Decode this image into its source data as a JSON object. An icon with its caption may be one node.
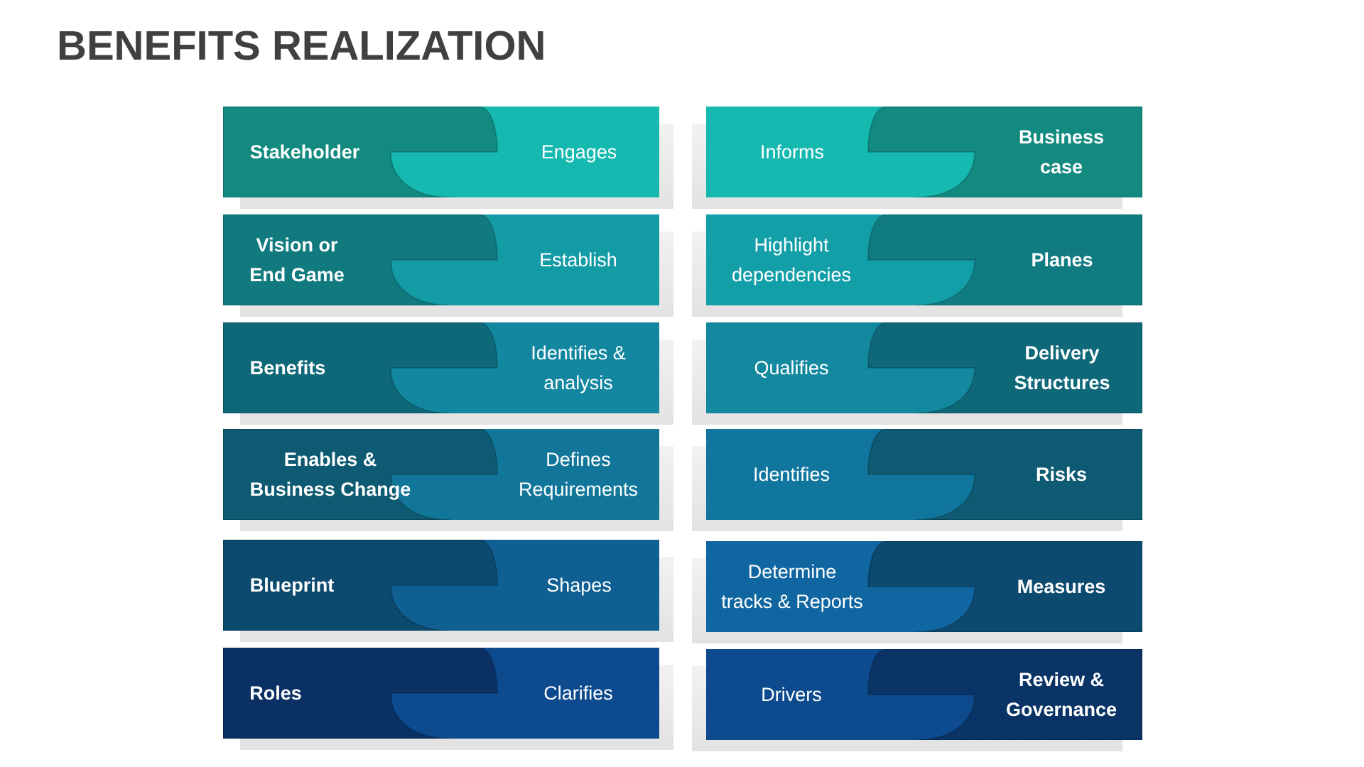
{
  "diagram": {
    "title": "BENEFITS REALIZATION",
    "nodes": [
      {
        "text": [
          "Stakeholder",
          "Engages"
        ]
      },
      {
        "text": [
          "Vision or End Game",
          "Establish"
        ]
      },
      {
        "text": [
          "Benefits",
          "Identifies & analysis"
        ]
      },
      {
        "text": [
          "Enables & Business Change",
          "Defines Requirements"
        ]
      },
      {
        "text": [
          "Blueprint",
          "Shapes"
        ]
      },
      {
        "text": [
          "Roles",
          "Clarifies"
        ]
      },
      {
        "text": [
          "Informs",
          "Business case"
        ]
      },
      {
        "text": [
          "Highlight dependencies",
          "Planes"
        ]
      },
      {
        "text": [
          "Qualifies",
          "Delivery Structures"
        ]
      },
      {
        "text": [
          "Identifies",
          "Risks"
        ]
      },
      {
        "text": [
          "Determine tracks & Reports",
          "Measures"
        ]
      },
      {
        "text": [
          "Drivers",
          "Review & Governance"
        ]
      }
    ]
  }
}
